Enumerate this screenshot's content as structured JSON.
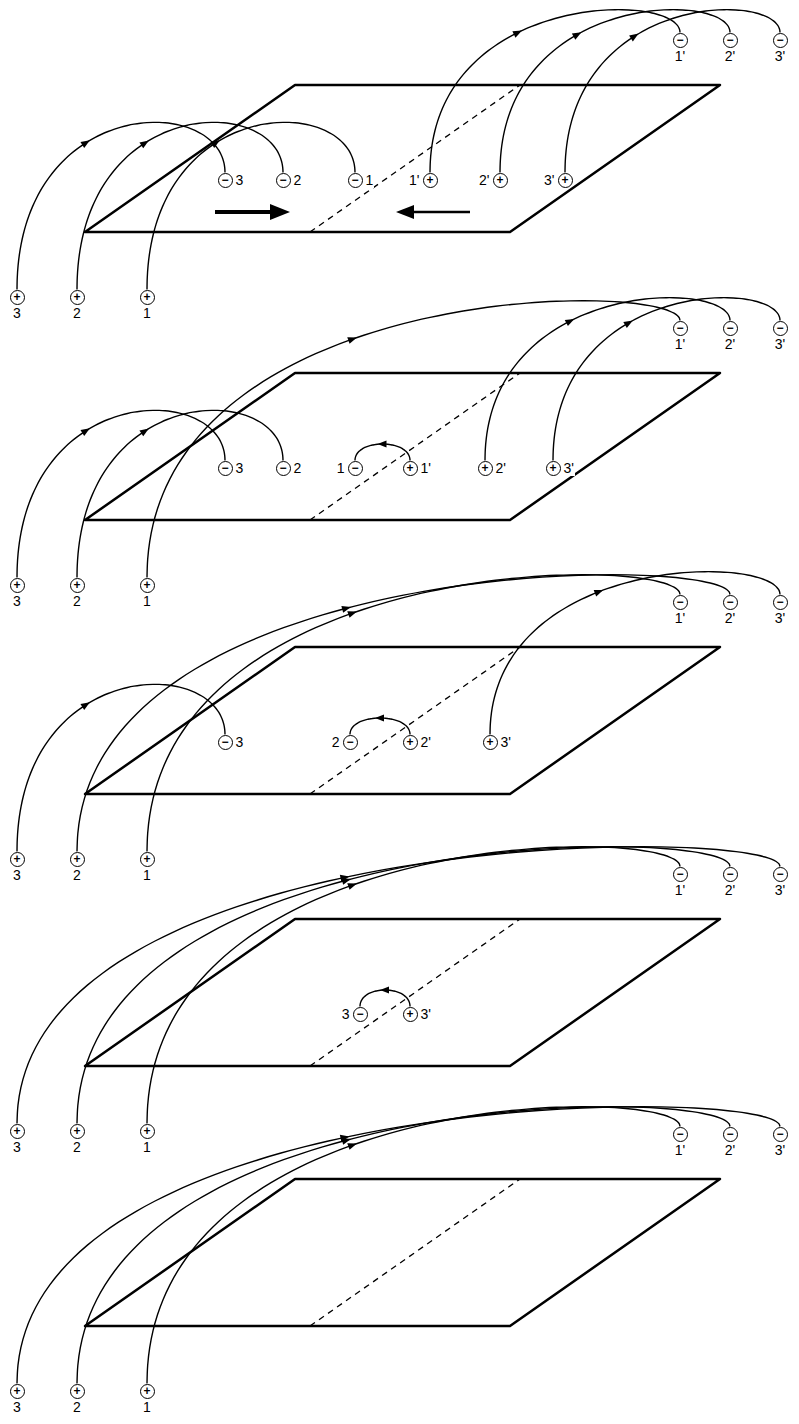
{
  "diagram": {
    "nodes": [
      {
        "text": [
          "−",
          "1'"
        ]
      },
      {
        "text": [
          "−",
          "2'"
        ]
      },
      {
        "text": [
          "−",
          "3'"
        ]
      },
      {
        "text": [
          "−",
          "3"
        ]
      },
      {
        "text": [
          "−",
          "2"
        ]
      },
      {
        "text": [
          "−",
          "1"
        ]
      },
      {
        "text": [
          "+",
          "1'"
        ]
      },
      {
        "text": [
          "+",
          "2'"
        ]
      },
      {
        "text": [
          "+",
          "3'"
        ]
      },
      {
        "text": [
          "+",
          "3"
        ]
      },
      {
        "text": [
          "+",
          "2"
        ]
      },
      {
        "text": [
          "+",
          "1"
        ]
      },
      {
        "text": [
          "−",
          "1'"
        ]
      },
      {
        "text": [
          "−",
          "2'"
        ]
      },
      {
        "text": [
          "−",
          "3'"
        ]
      },
      {
        "text": [
          "−",
          "3"
        ]
      },
      {
        "text": [
          "−",
          "2"
        ]
      },
      {
        "text": [
          "−",
          "1"
        ]
      },
      {
        "text": [
          "+",
          "1'"
        ]
      },
      {
        "text": [
          "+",
          "2'"
        ]
      },
      {
        "text": [
          "+",
          "3'"
        ]
      },
      {
        "text": [
          "+",
          "3"
        ]
      },
      {
        "text": [
          "+",
          "2"
        ]
      },
      {
        "text": [
          "+",
          "1"
        ]
      },
      {
        "text": [
          "−",
          "1'"
        ]
      },
      {
        "text": [
          "−",
          "2'"
        ]
      },
      {
        "text": [
          "−",
          "3'"
        ]
      },
      {
        "text": [
          "−",
          "3"
        ]
      },
      {
        "text": [
          "−",
          "2"
        ]
      },
      {
        "text": [
          "+",
          "2'"
        ]
      },
      {
        "text": [
          "+",
          "3'"
        ]
      },
      {
        "text": [
          "+",
          "3"
        ]
      },
      {
        "text": [
          "+",
          "2"
        ]
      },
      {
        "text": [
          "+",
          "1"
        ]
      },
      {
        "text": [
          "−",
          "1'"
        ]
      },
      {
        "text": [
          "−",
          "2'"
        ]
      },
      {
        "text": [
          "−",
          "3'"
        ]
      },
      {
        "text": [
          "−",
          "3"
        ]
      },
      {
        "text": [
          "+",
          "3'"
        ]
      },
      {
        "text": [
          "+",
          "3"
        ]
      },
      {
        "text": [
          "+",
          "2"
        ]
      },
      {
        "text": [
          "+",
          "1"
        ]
      },
      {
        "text": [
          "−",
          "1'"
        ]
      },
      {
        "text": [
          "−",
          "2'"
        ]
      },
      {
        "text": [
          "−",
          "3'"
        ]
      },
      {
        "text": [
          "+",
          "3"
        ]
      },
      {
        "text": [
          "+",
          "2"
        ]
      },
      {
        "text": [
          "+",
          "1"
        ]
      }
    ],
    "edges": [
      {
        "from": 9,
        "to": 3,
        "arrow": "to"
      },
      {
        "from": 10,
        "to": 4,
        "arrow": "to"
      },
      {
        "from": 11,
        "to": 5,
        "arrow": "to"
      },
      {
        "from": 6,
        "to": 0,
        "arrow": "to"
      },
      {
        "from": 7,
        "to": 1,
        "arrow": "to"
      },
      {
        "from": 8,
        "to": 2,
        "arrow": "to"
      },
      {
        "from": 21,
        "to": 15,
        "arrow": "to"
      },
      {
        "from": 22,
        "to": 16,
        "arrow": "to"
      },
      {
        "from": 23,
        "to": 12,
        "arrow": "to"
      },
      {
        "from": 18,
        "to": 17,
        "arrow": "to"
      },
      {
        "from": 19,
        "to": 13,
        "arrow": "to"
      },
      {
        "from": 20,
        "to": 14,
        "arrow": "to"
      },
      {
        "from": 31,
        "to": 27,
        "arrow": "to"
      },
      {
        "from": 32,
        "to": 25,
        "arrow": "to"
      },
      {
        "from": 33,
        "to": 24,
        "arrow": "to"
      },
      {
        "from": 29,
        "to": 28,
        "arrow": "to"
      },
      {
        "from": 30,
        "to": 26,
        "arrow": "to"
      },
      {
        "from": 39,
        "to": 36,
        "arrow": "to"
      },
      {
        "from": 40,
        "to": 35,
        "arrow": "to"
      },
      {
        "from": 41,
        "to": 34,
        "arrow": "to"
      },
      {
        "from": 38,
        "to": 37,
        "arrow": "to"
      },
      {
        "from": 45,
        "to": 44,
        "arrow": "to"
      },
      {
        "from": 46,
        "to": 43,
        "arrow": "to"
      },
      {
        "from": 47,
        "to": 42,
        "arrow": "to"
      }
    ]
  }
}
